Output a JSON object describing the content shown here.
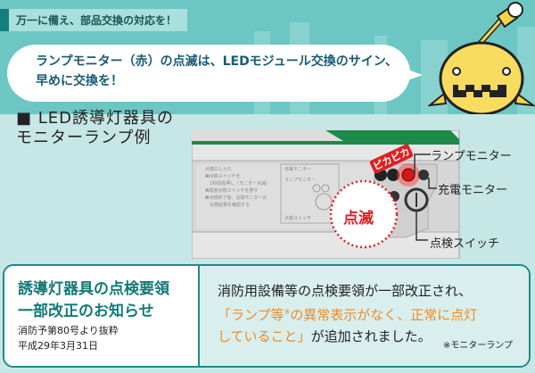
{
  "header": {
    "label": "万一に備え、部品交換の対応を！"
  },
  "bubble": {
    "line1": "ランプモニター（赤）の点滅は、LEDモジュール交換のサイン、",
    "line2": "早めに交換を！"
  },
  "section": {
    "title_line1": "■ LED誘導灯器具の",
    "title_line2": "モニターランプ例"
  },
  "device": {
    "panel_title": "点検のしかた",
    "panel_steps": [
      "❶点検スイッチを",
      "　1秒間長押し（モニター点滅）",
      "❷再度点検スイッチを押す",
      "❸点検終了後、充電モニターの",
      "　点検結果を確認する"
    ],
    "mini_labels": [
      "充電モニター",
      "ランプモニター",
      "点検スイッチ"
    ],
    "flash_text": "ピカピカ",
    "blink_label": "点滅",
    "callouts": {
      "lamp_monitor": "ランプモニター",
      "charge_monitor": "充電モニター",
      "check_switch": "点検スイッチ"
    },
    "colors": {
      "green": "#1e8a4a",
      "red": "#e02020"
    }
  },
  "notice": {
    "title_line1": "誘導灯器具の点検要領",
    "title_line2": "一部改正のお知らせ",
    "source": "消防予第80号より抜粋",
    "date": "平成29年3月31日",
    "body_line1": "消防用設備等の点検要領が一部改正され、",
    "body_highlight1": "「ランプ等",
    "body_mark": "※",
    "body_highlight2": "の異常表示がなく、正常に点灯",
    "body_highlight3": "していること」",
    "body_rest": "が追加されました。",
    "footnote": "※モニターランプ"
  }
}
